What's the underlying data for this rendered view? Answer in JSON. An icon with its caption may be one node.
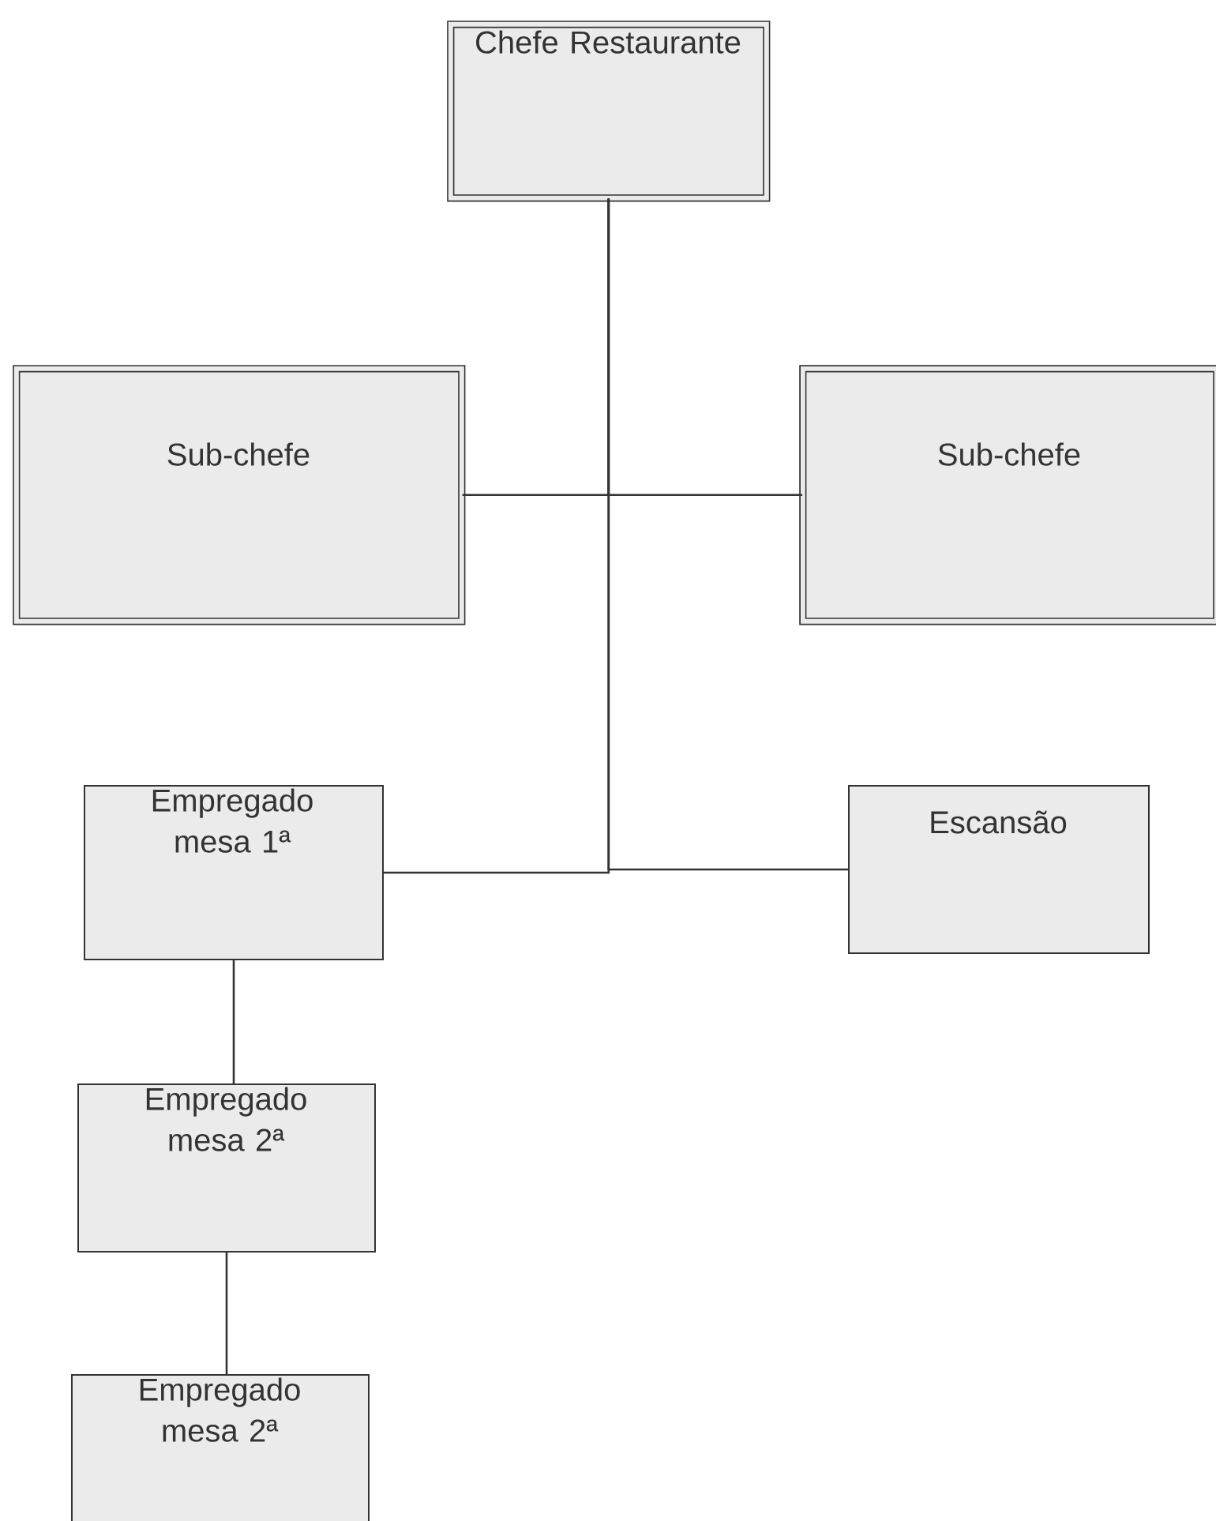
{
  "diagram": {
    "nodes": [
      {
        "text": [
          "Chefe Restaurante"
        ]
      },
      {
        "text": [
          "Sub-chefe"
        ]
      },
      {
        "text": [
          "Sub-chefe"
        ]
      },
      {
        "text": [
          "Empregado mesa 1ª"
        ]
      },
      {
        "text": [
          "Escansão"
        ]
      },
      {
        "text": [
          "Empregado mesa 2ª"
        ]
      },
      {
        "text": [
          "Empregado mesa 2ª"
        ]
      }
    ],
    "edges": [
      {
        "from": 0,
        "to": 1,
        "arrow": "none"
      },
      {
        "from": 0,
        "to": 2,
        "arrow": "none"
      },
      {
        "from": 0,
        "to": 3,
        "arrow": "none"
      },
      {
        "from": 0,
        "to": 4,
        "arrow": "none"
      },
      {
        "from": 3,
        "to": 5,
        "arrow": "none"
      },
      {
        "from": 5,
        "to": 6,
        "arrow": "none"
      }
    ]
  }
}
